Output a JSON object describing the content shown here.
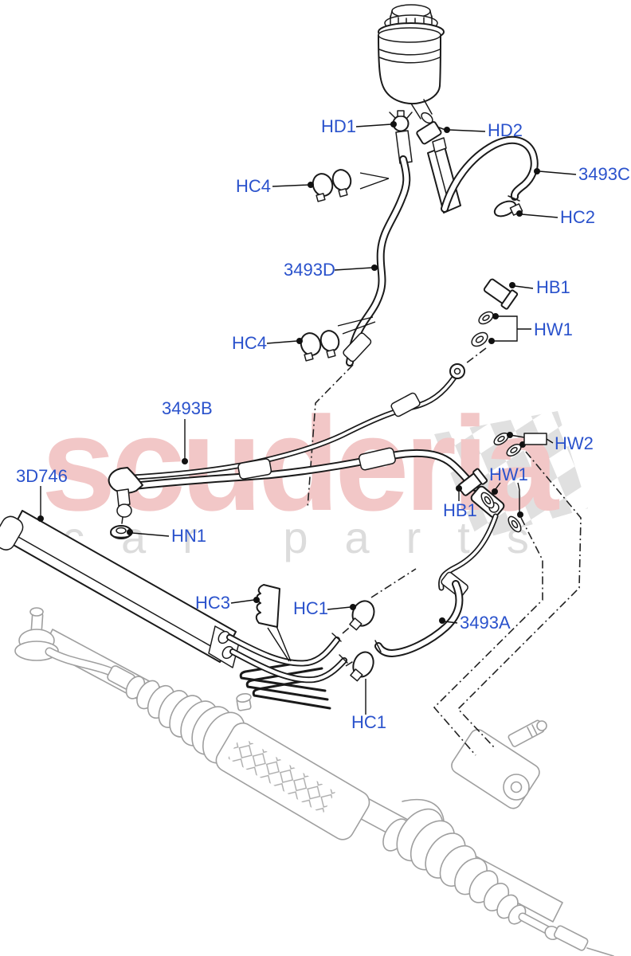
{
  "diagram": {
    "watermark": {
      "line1": "scuderia",
      "line2": "car parts"
    },
    "callouts": [
      {
        "id": 0,
        "text": "HD1"
      },
      {
        "id": 1,
        "text": "HD2"
      },
      {
        "id": 2,
        "text": "3493C"
      },
      {
        "id": 3,
        "text": "HC4"
      },
      {
        "id": 4,
        "text": "HC2"
      },
      {
        "id": 5,
        "text": "3493D"
      },
      {
        "id": 6,
        "text": "HB1"
      },
      {
        "id": 7,
        "text": "HW1"
      },
      {
        "id": 8,
        "text": "HC4"
      },
      {
        "id": 9,
        "text": "3493B"
      },
      {
        "id": 10,
        "text": "3D746"
      },
      {
        "id": 11,
        "text": "HW2"
      },
      {
        "id": 12,
        "text": "HW1"
      },
      {
        "id": 13,
        "text": "HB1"
      },
      {
        "id": 14,
        "text": "HN1"
      },
      {
        "id": 15,
        "text": "HC3"
      },
      {
        "id": 16,
        "text": "HC1"
      },
      {
        "id": 17,
        "text": "3493A"
      },
      {
        "id": 18,
        "text": "HC1"
      }
    ],
    "colors": {
      "label_blue": "#2a52cc",
      "line_black": "#1a1a1a",
      "rack_gray": "#9f9f9f",
      "watermark_pink": "#f2c7c7",
      "watermark_gray": "#dcdcdc",
      "flag_gray": "#d8d8d8",
      "bg": "#ffffff"
    }
  }
}
